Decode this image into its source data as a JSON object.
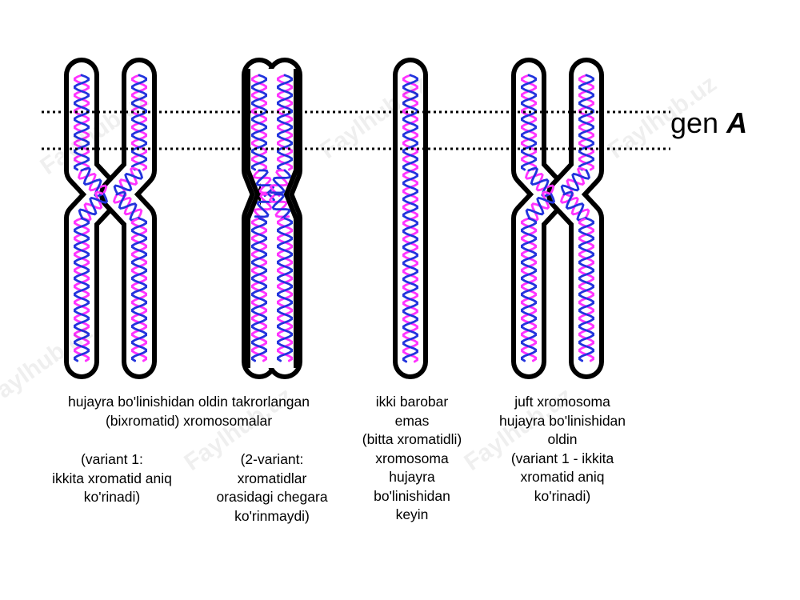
{
  "gene_label": {
    "prefix": "gen",
    "name": "A"
  },
  "captions": {
    "replicated_heading": [
      "hujayra bo'linishidan oldin takrorlangan",
      "(bixromatid) xromosomalar"
    ],
    "variant1": [
      "(variant 1:",
      "ikkita xromatid aniq",
      "ko'rinadi)"
    ],
    "variant2": [
      "(2-variant:",
      "xromatidlar",
      "orasidagi chegara",
      "ko'rinmaydi)"
    ],
    "single": [
      "ikki barobar",
      "emas",
      "(bitta xromatidli)",
      "xromosoma",
      "hujayra",
      "bo'linishidan",
      "keyin"
    ],
    "pair": [
      "juft xromosoma",
      "hujayra bo'linishidan",
      "oldin",
      "(variant 1 - ikkita",
      "xromatid aniq",
      "ko'rinadi)"
    ]
  },
  "watermark": "Faylhub.uz",
  "colors": {
    "outline": "#000000",
    "helix_a": "#ff33ff",
    "helix_b": "#2233dd",
    "background": "#ffffff"
  }
}
